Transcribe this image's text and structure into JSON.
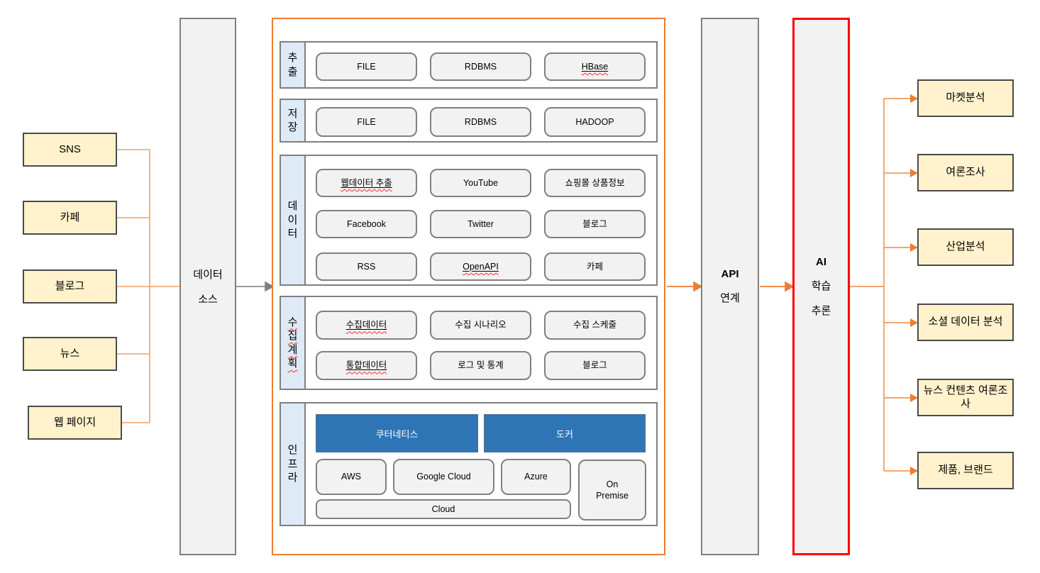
{
  "colors": {
    "accent_orange": "#ED7D31",
    "light_orange_line": "#F1A163",
    "gray_line": "#7F7F7F",
    "red_highlight_border": "#FF0000",
    "source_fill": "#FFF2CC",
    "source_border": "#4a4a4a",
    "pillar_fill": "#F2F2F2",
    "section_label_fill": "#DEEAF6",
    "item_fill": "#F2F2F2",
    "infra_blue_fill": "#2E75B6",
    "infra_blue_border": "#41719C"
  },
  "sources": [
    {
      "label": "SNS"
    },
    {
      "label": "카페"
    },
    {
      "label": "블로그"
    },
    {
      "label": "뉴스"
    },
    {
      "label": "웹 페이지"
    }
  ],
  "data_source_pillar": {
    "line1": "데이터",
    "line2": "소스"
  },
  "platform": {
    "extract": {
      "label": "추출",
      "items": [
        {
          "label": "FILE"
        },
        {
          "label": "RDBMS"
        },
        {
          "label": "HBase",
          "underlined": true,
          "spellcheck_squiggle": true
        }
      ]
    },
    "store": {
      "label": "저장",
      "items": [
        {
          "label": "FILE"
        },
        {
          "label": "RDBMS"
        },
        {
          "label": "HADOOP"
        }
      ]
    },
    "data": {
      "label": "데이터",
      "items": [
        {
          "label": "웹데이터 추출",
          "underlined": true,
          "spellcheck_squiggle": true
        },
        {
          "label": "YouTube"
        },
        {
          "label": "쇼핑몰 상품정보"
        },
        {
          "label": "Facebook"
        },
        {
          "label": "Twitter"
        },
        {
          "label": "블로그"
        },
        {
          "label": "RSS"
        },
        {
          "label": "OpenAPI",
          "underlined": true,
          "spellcheck_squiggle": true
        },
        {
          "label": "카페"
        }
      ]
    },
    "plan": {
      "label": "수집계획",
      "spellcheck_squiggle": true,
      "items": [
        {
          "label": "수집데이터",
          "underlined": true,
          "spellcheck_squiggle": true
        },
        {
          "label": "수집 시나리오"
        },
        {
          "label": "수집 스케줄"
        },
        {
          "label": "통합데이터",
          "underlined": true,
          "spellcheck_squiggle": true
        },
        {
          "label": "로그 및 통계"
        },
        {
          "label": "블로그"
        }
      ]
    },
    "infra": {
      "label": "인프라",
      "platforms": [
        {
          "label": "쿠터네티스"
        },
        {
          "label": "도커"
        }
      ],
      "clouds": [
        {
          "label": "AWS"
        },
        {
          "label": "Google Cloud"
        },
        {
          "label": "Azure"
        },
        {
          "label": "On Premise"
        }
      ],
      "base": {
        "label": "Cloud"
      }
    }
  },
  "api_pillar": {
    "line1": "API",
    "line2": "연계"
  },
  "ai_pillar": {
    "line1": "AI",
    "line2": "학습",
    "line3": "추론"
  },
  "outputs": [
    {
      "label": "마켓분석"
    },
    {
      "label": "여론조사"
    },
    {
      "label": "산업분석"
    },
    {
      "label": "소셜 데이터 분석"
    },
    {
      "label": "뉴스 컨텐츠 여론조사"
    },
    {
      "label": "제품, 브랜드"
    }
  ]
}
